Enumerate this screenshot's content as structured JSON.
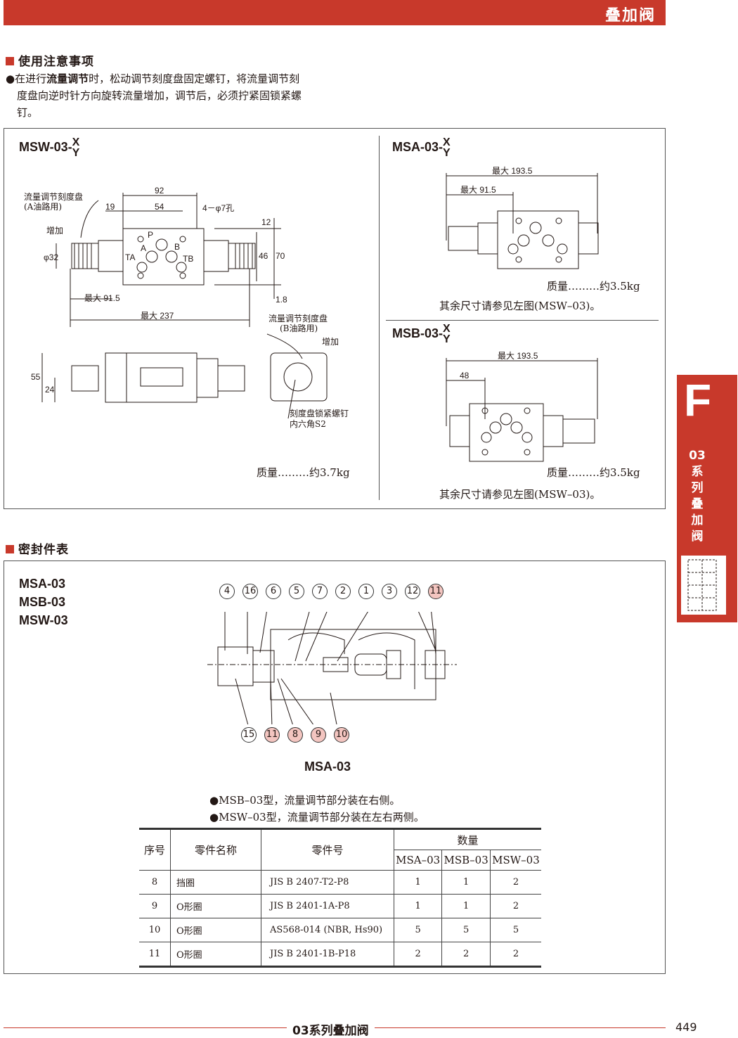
{
  "header": {
    "title": "叠加阀"
  },
  "notice": {
    "title": "使用注意事项",
    "bullet": "●",
    "pre": "在进行",
    "bold": "流量调节",
    "line1_rest": "时，松动调节刻度盘固定螺钉，将流量调节刻",
    "line2": "度盘向逆时针方向旋转流量增加，调节后，必须拧紧固锁紧螺",
    "line3": "钉。"
  },
  "msw": {
    "model": "MSW-03-",
    "x": "X",
    "y": "Y",
    "dial_label1": "流量调节刻度盘",
    "dial_label2": "(A油路用)",
    "increase": "增加",
    "dim_92": "92",
    "dim_19": "19",
    "dim_54": "54",
    "holes": "4－φ7孔",
    "dim_phi32": "φ32",
    "dim_12": "12",
    "dim_46": "46",
    "dim_70": "70",
    "dim_18": "1.8",
    "max_915": "最大 91.5",
    "max_237": "最大 237",
    "dim_55": "55",
    "dim_24": "24",
    "port_p": "P",
    "port_a": "A",
    "port_b": "B",
    "port_ta": "TA",
    "port_tb": "TB",
    "dial_label_b1": "流量调节刻度盘",
    "dial_label_b2": "(B油路用)",
    "increase_b": "增加",
    "lock_screw": "刻度盘锁紧螺钉",
    "hex": "内六角S2",
    "weight": "质量………约3.7kg"
  },
  "msa": {
    "model": "MSA-03-",
    "x": "X",
    "y": "Y",
    "max_1935": "最大 193.5",
    "max_915": "最大 91.5",
    "weight": "质量………约3.5kg",
    "ref": "其余尺寸请参见左图(MSW–03)。"
  },
  "msb": {
    "model": "MSB-03-",
    "x": "X",
    "y": "Y",
    "max_1935": "最大 193.5",
    "dim_48": "48",
    "weight": "质量………约3.5kg",
    "ref": "其余尺寸请参见左图(MSW–03)。"
  },
  "seal": {
    "title": "密封件表",
    "models": [
      "MSA-03",
      "MSB-03",
      "MSW-03"
    ],
    "callouts_top": [
      {
        "n": "4",
        "pink": false
      },
      {
        "n": "16",
        "pink": false
      },
      {
        "n": "6",
        "pink": false
      },
      {
        "n": "5",
        "pink": false
      },
      {
        "n": "7",
        "pink": false
      },
      {
        "n": "2",
        "pink": false
      },
      {
        "n": "1",
        "pink": false
      },
      {
        "n": "3",
        "pink": false
      },
      {
        "n": "12",
        "pink": false
      },
      {
        "n": "11",
        "pink": true
      }
    ],
    "callouts_bottom": [
      {
        "n": "15",
        "pink": false
      },
      {
        "n": "11",
        "pink": true
      },
      {
        "n": "8",
        "pink": true
      },
      {
        "n": "9",
        "pink": true
      },
      {
        "n": "10",
        "pink": true
      }
    ],
    "drawing_caption": "MSA-03",
    "note1": "●MSB–03型，流量调节部分装在右侧。",
    "note2": "●MSW–03型，流量调节部分装在左右两侧。",
    "table": {
      "h_no": "序号",
      "h_name": "零件名称",
      "h_part": "零件号",
      "h_qty": "数量",
      "h_msa": "MSA–03",
      "h_msb": "MSB–03",
      "h_msw": "MSW–03",
      "rows": [
        {
          "no": "8",
          "name": "挡圈",
          "part": "JIS B 2407-T2-P8",
          "msa": "1",
          "msb": "1",
          "msw": "2"
        },
        {
          "no": "9",
          "name": "O形圈",
          "part": "JIS B 2401-1A-P8",
          "msa": "1",
          "msb": "1",
          "msw": "2"
        },
        {
          "no": "10",
          "name": "O形圈",
          "part": "AS568-014 (NBR, Hs90)",
          "msa": "5",
          "msb": "5",
          "msw": "5"
        },
        {
          "no": "11",
          "name": "O形圈",
          "part": "JIS B 2401-1B-P18",
          "msa": "2",
          "msb": "2",
          "msw": "2"
        }
      ]
    }
  },
  "sidebar": {
    "letter": "F",
    "text": [
      "03",
      "系",
      "列",
      "叠",
      "加",
      "阀"
    ]
  },
  "footer": {
    "title": "03系列叠加阀",
    "page": "449"
  },
  "colors": {
    "accent": "#c8392b",
    "callout_pink": "#f3c5c0"
  }
}
